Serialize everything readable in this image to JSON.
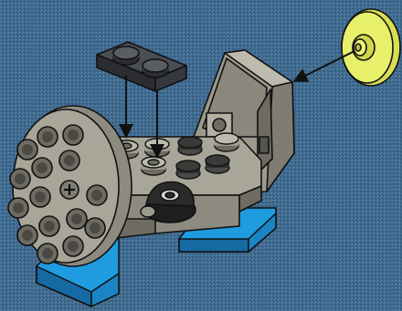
{
  "diagram": {
    "kind": "building-instruction-step",
    "colors": {
      "background": "#3f6a8f",
      "baseplate_blue": "#1f9be0",
      "baseplate_blue_dark": "#156aa3",
      "body_gray": "#9c9a8d",
      "body_gray_light": "#bdbbae",
      "body_gray_dark": "#6e6c62",
      "black_part": "#2a2a2a",
      "dark_plate": "#3a3d42",
      "yellow_dish": "#e8ef6a",
      "outline": "#111111"
    },
    "parts": [
      {
        "name": "dark-gray-1x2-plate",
        "role": "new-part"
      },
      {
        "name": "yellow-radar-dish",
        "role": "new-part"
      },
      {
        "name": "gray-hull-assembly",
        "role": "existing-model"
      },
      {
        "name": "round-dish-nose",
        "role": "existing-model"
      },
      {
        "name": "black-hinge-clip",
        "role": "existing-model"
      },
      {
        "name": "blue-base-supports",
        "role": "existing-model"
      }
    ],
    "arrows": [
      {
        "name": "plate-left-stud-arrow",
        "from": "dark-gray-1x2-plate",
        "to": "gray-hull-assembly"
      },
      {
        "name": "plate-right-stud-arrow",
        "from": "dark-gray-1x2-plate",
        "to": "gray-hull-assembly"
      },
      {
        "name": "dish-arrow",
        "from": "yellow-radar-dish",
        "to": "gray-hull-assembly"
      }
    ]
  }
}
